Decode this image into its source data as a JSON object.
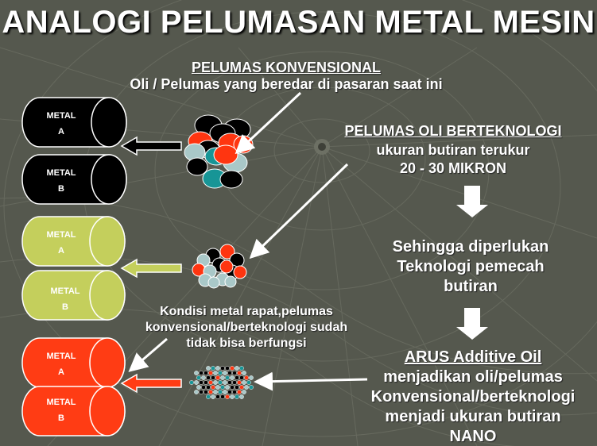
{
  "title": "ANALOGI PELUMASAN METAL MESIN",
  "conventional": {
    "heading": "PELUMAS KONVENSIONAL",
    "desc": "Oli / Pelumas yang beredar di pasaran saat ini"
  },
  "tech": {
    "heading": "PELUMAS OLI BERTEKNOLOGI",
    "line1": "ukuran butiran terukur",
    "line2": "20 - 30 MIKRON"
  },
  "need": {
    "line1": "Sehingga diperlukan",
    "line2": "Teknologi pemecah",
    "line3": "butiran"
  },
  "condition": {
    "line1": "Kondisi metal rapat,pelumas",
    "line2": "konvensional/berteknologi sudah",
    "line3": "tidak bisa berfungsi"
  },
  "arus": {
    "heading": "ARUS Additive Oil",
    "line1": "menjadikan oli/pelumas",
    "line2": "Konvensional/berteknologi",
    "line3": "menjadi ukuran butiran",
    "line4": "NANO"
  },
  "cylinders": {
    "metal": "METAL",
    "a": "A",
    "b": "B"
  },
  "colors": {
    "background": "#55584e",
    "black_metal": "#000000",
    "green_metal": "#c4cf5c",
    "red_metal": "#ff3c14",
    "teal_particle": "#179596",
    "light_particle": "#a9c8c8",
    "red_particle": "#ff3510"
  }
}
